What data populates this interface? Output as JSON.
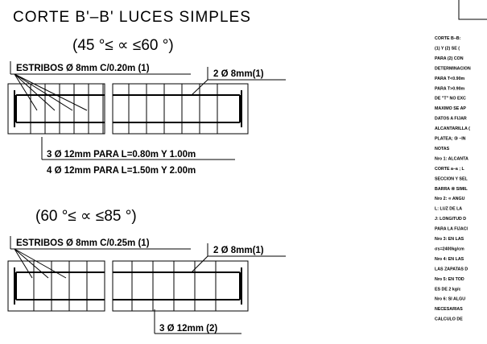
{
  "title": "CORTE B'–B' LUCES SIMPLES",
  "section1": {
    "angle_range": "(45 °≤ ∝ ≤60 °)",
    "stirrups_label": "ESTRIBOS Ø 8mm C/0.20m (1)",
    "top_bar_label": "2 Ø 8mm(1)",
    "bottom_bar_label_1": "3 Ø 12mm PARA L=0.80m Y 1.00m",
    "bottom_bar_label_2": "4 Ø 12mm PARA L=1.50m Y 2.00m"
  },
  "section2": {
    "angle_range": "(60 °≤ ∝ ≤85 °)",
    "stirrups_label": "ESTRIBOS Ø 8mm C/0.25m (1)",
    "top_bar_label": "2 Ø 8mm(1)",
    "bottom_bar_label": "3 Ø 12mm (2)"
  },
  "notes": [
    "CORTE B–B:",
    "(1) Y (2) SE (",
    "PARA (2) CON",
    "DETERMINACION",
    "PARA T<0.90m",
    "PARA T>0.90m",
    "DE \"T\" NO EXC",
    "MAXIMO SE AP",
    "DATOS A FIJAR",
    "ALCANTARILLA (",
    "PLATEA; ③ –IN",
    "NOTAS",
    "Nro 1: ALCANTA",
    "CORTE a–a ; L",
    "SECCION Y SEL",
    "BARRA ④ SIMIL",
    "Nro 2: ∝ ANGU",
    "L: LUZ DE LA",
    "J: LONGITUD D",
    "PARA LA FIJACI",
    "Nro 3: EN LAS",
    "σs=2400kg/cm",
    "Nro 4: EN LAS",
    "LAS ZAPATAS D",
    "Nro 5: EN TOD",
    "ES DE 2 kg/c",
    "Nro 6: SI ALGU",
    "NECESARIAS",
    "CALCULO DE"
  ]
}
